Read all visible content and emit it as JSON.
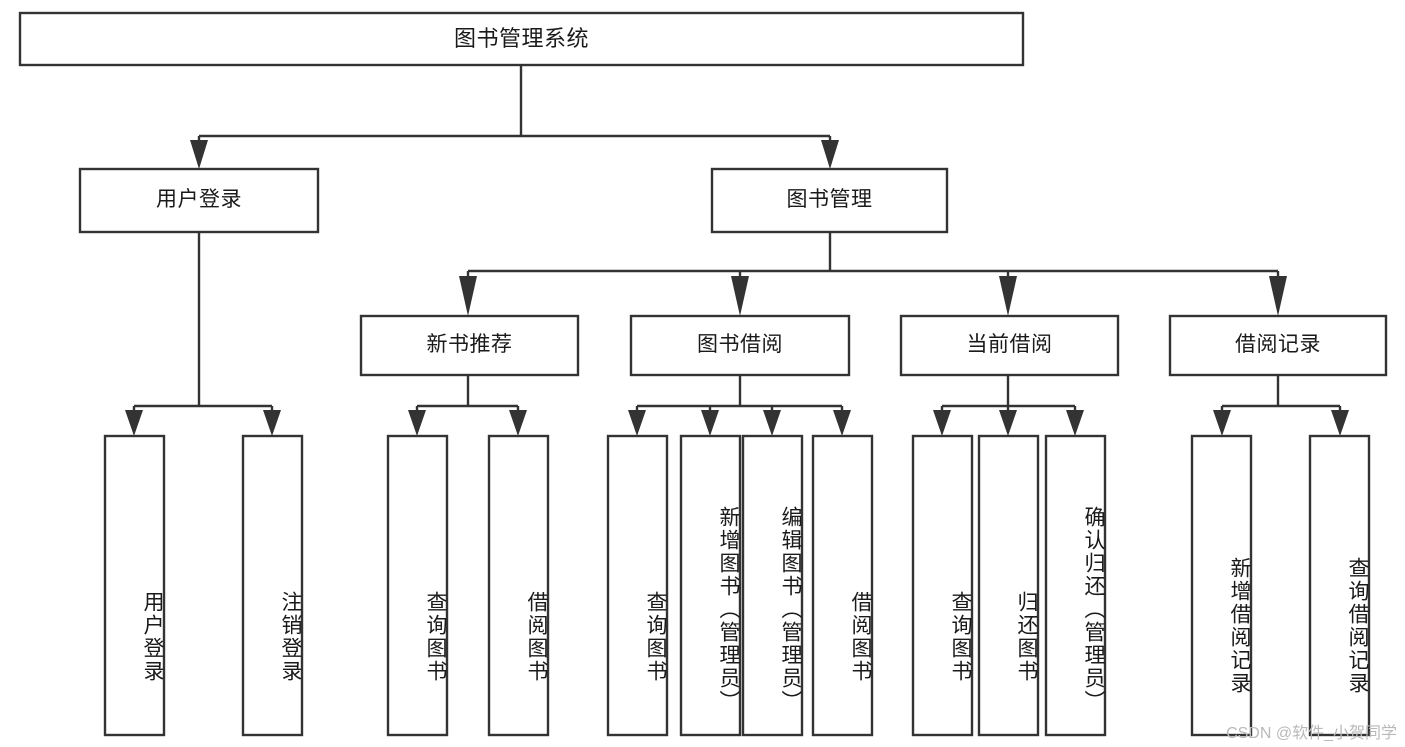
{
  "diagram": {
    "title": "图书管理系统",
    "type": "tree-hierarchy-diagram",
    "root": {
      "label": "图书管理系统"
    },
    "level2": [
      {
        "label": "用户登录"
      },
      {
        "label": "图书管理"
      }
    ],
    "level3": [
      {
        "label": "新书推荐"
      },
      {
        "label": "图书借阅"
      },
      {
        "label": "当前借阅"
      },
      {
        "label": "借阅记录"
      }
    ],
    "leaves": {
      "user_login": [
        {
          "label": "用户登录"
        },
        {
          "label": "注销登录"
        }
      ],
      "new_book_recommend": [
        {
          "label": "查询图书"
        },
        {
          "label": "借阅图书"
        }
      ],
      "book_borrow": [
        {
          "label": "查询图书"
        },
        {
          "label": "新增图书（管理员）"
        },
        {
          "label": "编辑图书（管理员）"
        },
        {
          "label": "借阅图书"
        }
      ],
      "current_borrow": [
        {
          "label": "查询图书"
        },
        {
          "label": "归还图书"
        },
        {
          "label": "确认归还（管理员）"
        }
      ],
      "borrow_record": [
        {
          "label": "新增借阅记录"
        },
        {
          "label": "查询借阅记录"
        }
      ]
    }
  },
  "watermark": {
    "text": "CSDN @软件_小贺同学"
  },
  "colors": {
    "stroke": "#333333",
    "fill": "#ffffff",
    "text": "#1a1a1a",
    "watermark": "#b9b9b9"
  }
}
